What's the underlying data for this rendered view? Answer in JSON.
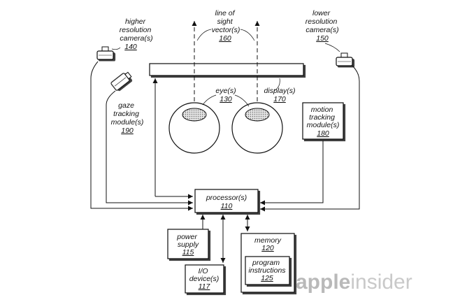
{
  "labels": {
    "higher_camera": [
      "higher",
      "resolution",
      "camera(s)"
    ],
    "higher_camera_num": "140",
    "line_of_sight": [
      "line of",
      "sight",
      "vector(s)"
    ],
    "line_of_sight_num": "160",
    "lower_camera": [
      "lower",
      "resolution",
      "camera(s)"
    ],
    "lower_camera_num": "150",
    "gaze": [
      "gaze",
      "tracking",
      "module(s)"
    ],
    "gaze_num": "190",
    "eye": "eye(s)",
    "eye_num": "130",
    "display": "display(s)",
    "display_num": "170",
    "motion": [
      "motion",
      "tracking",
      "module(s)"
    ],
    "motion_num": "180",
    "processor": "processor(s)",
    "processor_num": "110",
    "power": [
      "power",
      "supply"
    ],
    "power_num": "115",
    "io": [
      "I/O",
      "device(s)"
    ],
    "io_num": "117",
    "memory": "memory",
    "memory_num": "120",
    "program": [
      "program",
      "instructions"
    ],
    "program_num": "125"
  },
  "watermark": {
    "brand_bold": "apple",
    "brand_light": "insider"
  }
}
